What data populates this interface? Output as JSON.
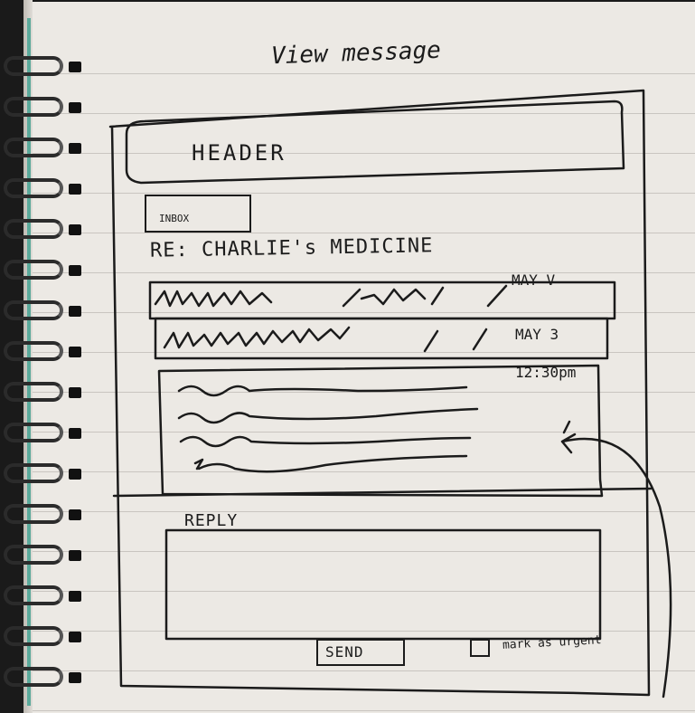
{
  "sketch": {
    "title": "View message",
    "header_label": "HEADER",
    "inbox_button": "INBOX",
    "subject": "RE: CHARLIE's MEDICINE",
    "messages": [
      {
        "date": "MAY V"
      },
      {
        "date": "MAY 3"
      }
    ],
    "time": "12:30pm",
    "reply_label": "REPLY",
    "send_button": "SEND",
    "urgent_checkbox_label": "mark as urgent"
  },
  "colors": {
    "ink": "#1b1b1b",
    "paper": "#ece9e4",
    "page_lines": "#c9c5c0",
    "binding": "#2b2b2b"
  }
}
